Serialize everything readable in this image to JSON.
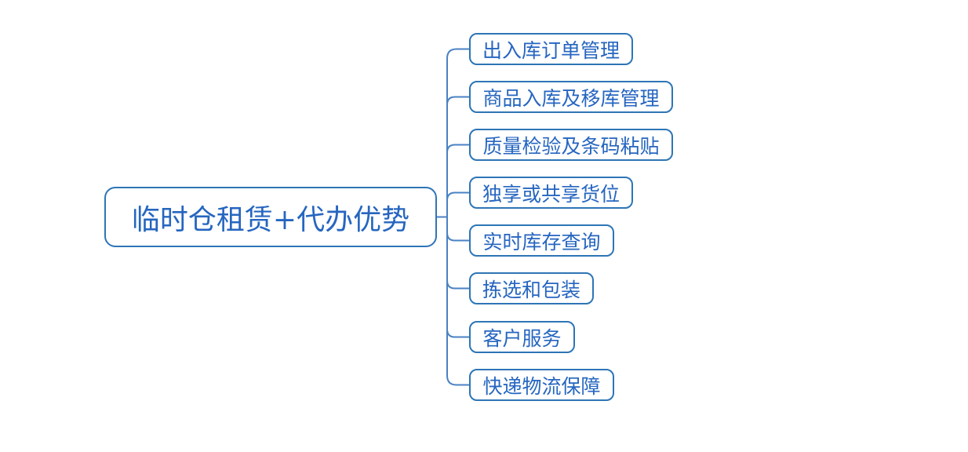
{
  "diagram": {
    "type": "mindmap",
    "root": {
      "label": "临时仓租赁+代办优势"
    },
    "children": [
      {
        "label": "出入库订单管理"
      },
      {
        "label": "商品入库及移库管理"
      },
      {
        "label": "质量检验及条码粘贴"
      },
      {
        "label": "独享或共享货位"
      },
      {
        "label": "实时库存查询"
      },
      {
        "label": "拣选和包装"
      },
      {
        "label": "客户服务"
      },
      {
        "label": "快递物流保障"
      }
    ],
    "colors": {
      "node_border": "#2e75b6",
      "node_text": "#2666c0",
      "connector": "#4a82c4",
      "background": "#ffffff"
    }
  }
}
